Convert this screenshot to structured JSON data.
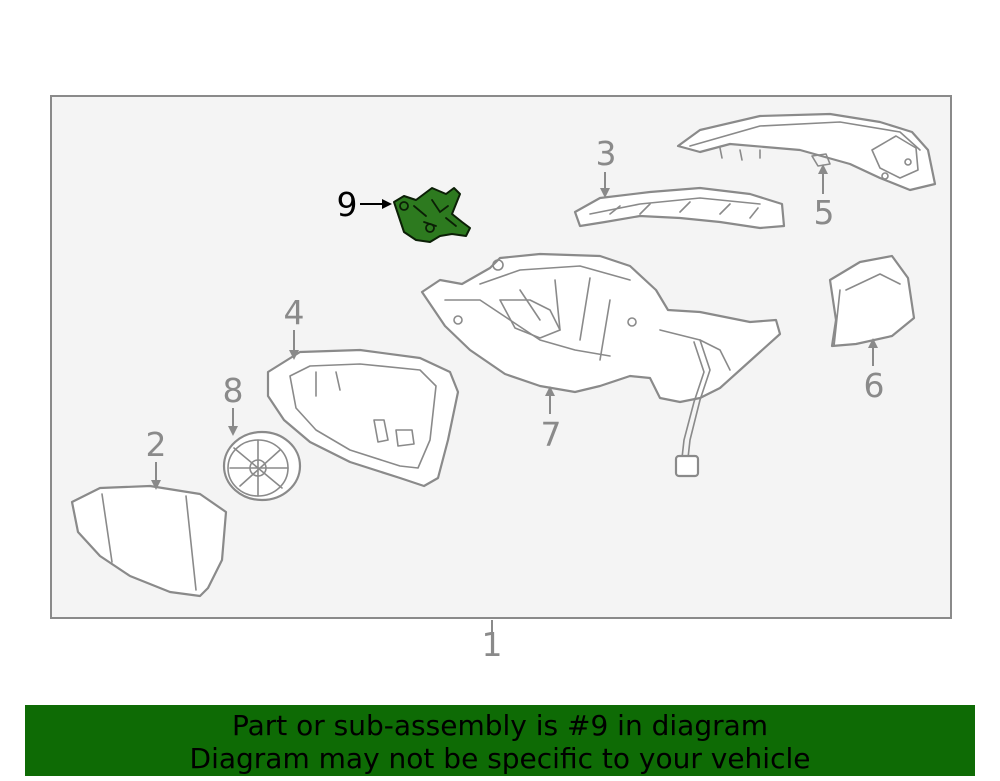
{
  "callouts": {
    "c1": "1",
    "c2": "2",
    "c3": "3",
    "c4": "4",
    "c5": "5",
    "c6": "6",
    "c7": "7",
    "c8": "8",
    "c9": "9"
  },
  "highlight_part": "9",
  "colors": {
    "highlight_fill": "#2d7a1f",
    "banner_background": "#0e6b05",
    "frame_background": "#f4f4f4",
    "line_gray": "#8a8a8a"
  },
  "banner": {
    "line1": "Part or sub-assembly is #9 in diagram",
    "line2": "Diagram may not be specific to your vehicle"
  }
}
